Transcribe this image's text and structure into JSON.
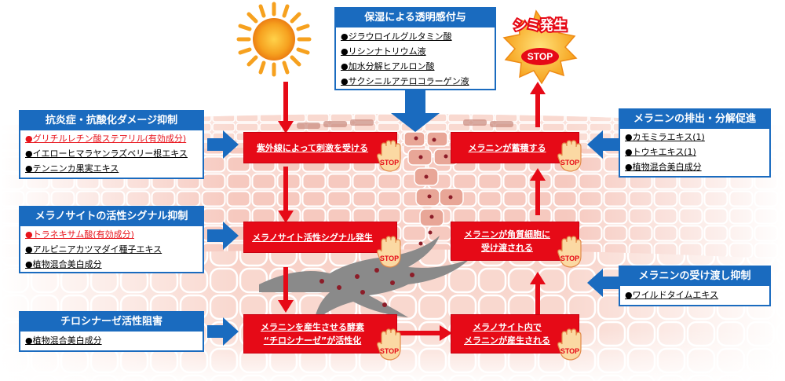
{
  "header_panel": {
    "title": "保湿による透明感付与",
    "items": [
      "●ジラウロイルグルタミン酸",
      "●リシンナトリウム液",
      "●加水分解ヒアルロン酸",
      "●サクシニルアテロコラーゲン液"
    ]
  },
  "left_panels": [
    {
      "title": "抗炎症・抗酸化ダメージ抑制",
      "items": [
        {
          "text": "●グリチルレチン酸ステアリル(有効成分)",
          "red": true
        },
        {
          "text": "●イエローヒマラヤンラズベリー根エキス",
          "red": false
        },
        {
          "text": "●テンニンカ果実エキス",
          "red": false
        }
      ]
    },
    {
      "title": "メラノサイトの活性シグナル抑制",
      "items": [
        {
          "text": "●トラネキサム酸(有効成分)",
          "red": true
        },
        {
          "text": "●アルピニアカツマダイ種子エキス",
          "red": false
        },
        {
          "text": "●植物混合美白成分",
          "red": false
        }
      ]
    },
    {
      "title": "チロシナーゼ活性阻害",
      "items": [
        {
          "text": "●植物混合美白成分",
          "red": false
        }
      ]
    }
  ],
  "right_panels": [
    {
      "title": "メラニンの排出・分解促進",
      "items": [
        {
          "text": "●カモミラエキス(1)",
          "red": false
        },
        {
          "text": "●トウキエキス(1)",
          "red": false
        },
        {
          "text": "●植物混合美白成分",
          "red": false
        }
      ]
    },
    {
      "title": "メラニンの受け渡し抑制",
      "items": [
        {
          "text": "●ワイルドタイムエキス",
          "red": false
        }
      ]
    }
  ],
  "process_boxes": {
    "uv": [
      "紫外線によって刺激を受ける"
    ],
    "signal": [
      "メラノサイト活性シグナル発生"
    ],
    "tyrosinase": [
      "メラニンを産生させる酵素",
      "“チロシナーゼ”が活性化"
    ],
    "produce": [
      "メラノサイト内で",
      "メラニンが産生される"
    ],
    "transfer": [
      "メラニンが角質細胞に",
      "受け渡される"
    ],
    "accumulate": [
      "メラニンが蓄積する"
    ]
  },
  "spot_badge": {
    "title": "シミ発生",
    "stop": "STOP"
  },
  "stop_label": "STOP",
  "colors": {
    "blue": "#1a6bbf",
    "red": "#e60a17",
    "skin": "#f6c7bd",
    "sun": "#f2a12a"
  }
}
